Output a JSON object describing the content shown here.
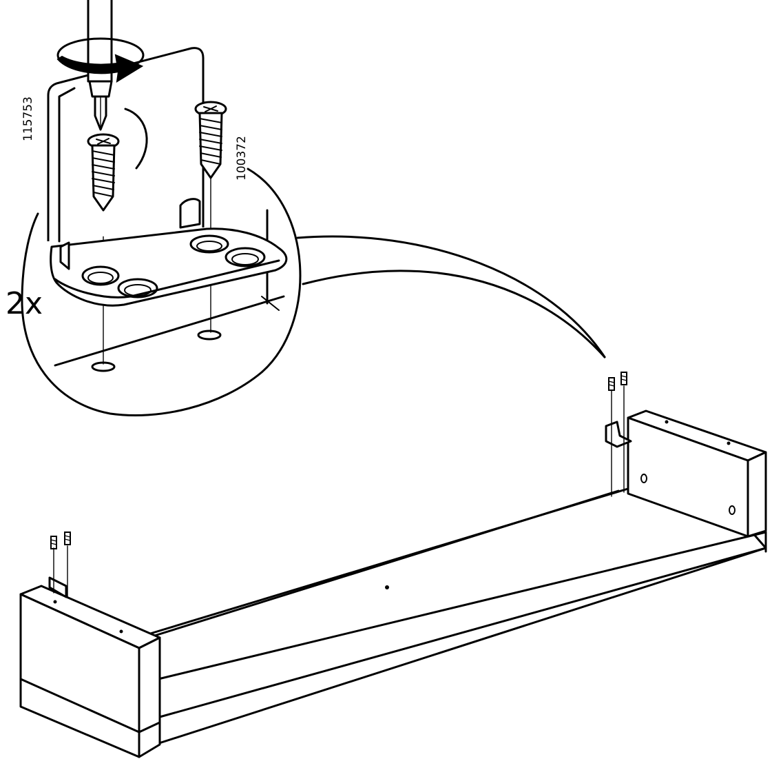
{
  "diagram": {
    "quantity_label": "2x",
    "screw_part_left": "115753",
    "screw_part_right": "100372"
  },
  "colors": {
    "line": "#000000",
    "background": "#ffffff"
  },
  "icons": [
    "screwdriver-icon",
    "rotation-arrow-icon",
    "screw-icon",
    "bracket-icon"
  ]
}
